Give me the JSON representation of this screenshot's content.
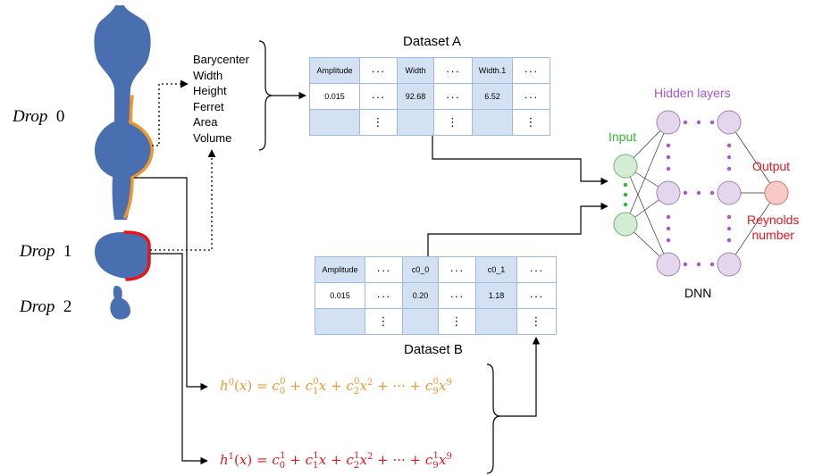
{
  "drops": [
    {
      "word": "Drop",
      "index": "0"
    },
    {
      "word": "Drop",
      "index": "1"
    },
    {
      "word": "Drop",
      "index": "2"
    }
  ],
  "features": [
    "Barycenter",
    "Width",
    "Height",
    "Ferret",
    "Area",
    "Volume"
  ],
  "dataset_a": {
    "title": "Dataset A",
    "header": [
      "Amplitude",
      "···",
      "Width",
      "···",
      "Width.1",
      "···"
    ],
    "row1": [
      "0.015",
      "···",
      "92.68",
      "···",
      "6.52",
      "···"
    ],
    "row2": [
      "",
      "⋮",
      "",
      "⋮",
      "",
      "⋮"
    ]
  },
  "dataset_b": {
    "title": "Dataset B",
    "header": [
      "Amplitude",
      "···",
      "c0_0",
      "···",
      "c0_1",
      "···"
    ],
    "row1": [
      "0.015",
      "···",
      "0.20",
      "···",
      "1.18",
      "···"
    ],
    "row2": [
      "",
      "⋮",
      "",
      "⋮",
      "",
      "⋮"
    ]
  },
  "network": {
    "input_label": "Input",
    "hidden_label": "Hidden layers",
    "output_label": "Output",
    "output_name_line1": "Reynolds",
    "output_name_line2": "number",
    "name": "DNN"
  },
  "formulas": [
    {
      "h": "h",
      "sup": "0",
      "arg": "(x) = ",
      "c": "c",
      "sup_c": "0",
      "color": "#f0962d"
    },
    {
      "h": "h",
      "sup": "1",
      "arg": "(x) = ",
      "c": "c",
      "sup_c": "1",
      "color": "#e8141c"
    }
  ],
  "colors": {
    "drop_fill": "#4a6fb0",
    "contour_drop0": "#f0962d",
    "contour_drop1": "#e8141c",
    "input_green": "#2fb82f",
    "hidden_purple": "#a855d6",
    "output_red": "#e8141c",
    "input_node_fill": "#d4ecd4",
    "hidden_node_fill": "#e4d6ec",
    "output_node_fill": "#f6c9c4",
    "table_header_blue": "#d4e1f3"
  }
}
